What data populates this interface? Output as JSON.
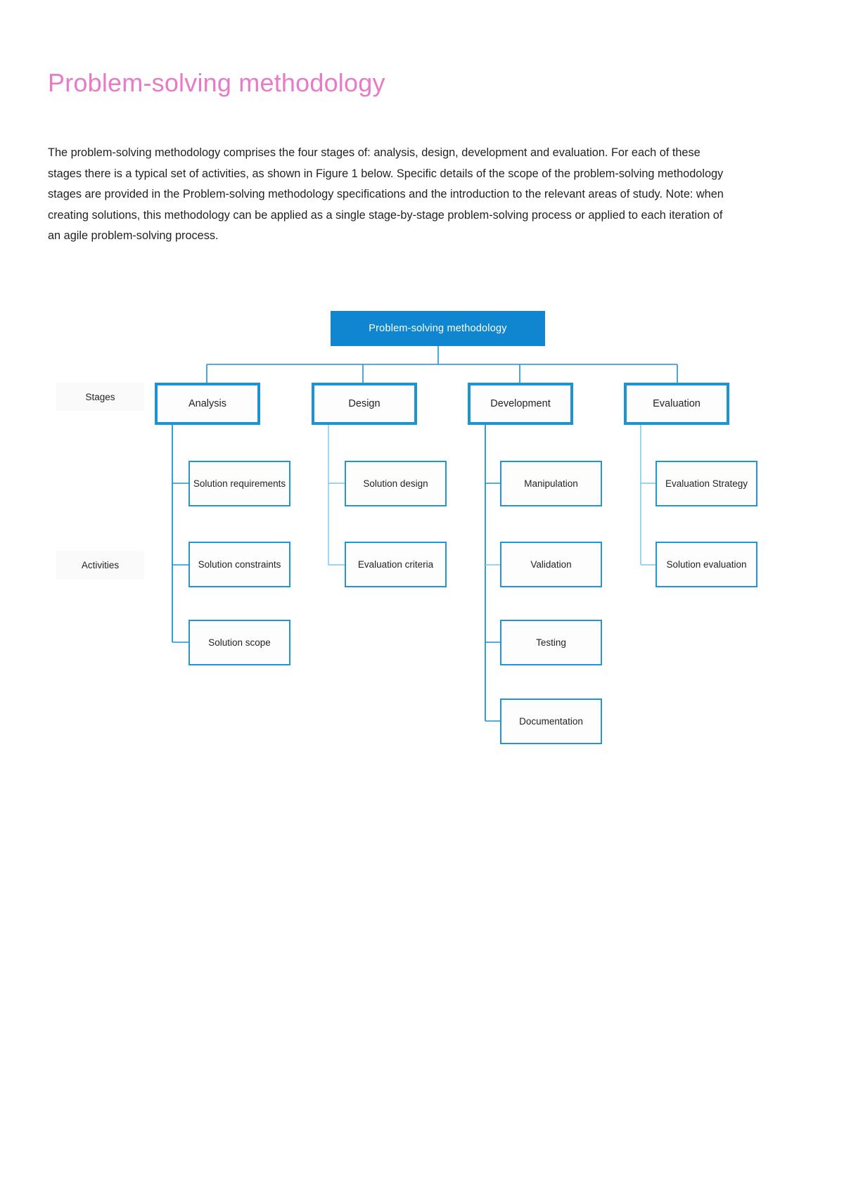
{
  "document": {
    "title": "Problem-solving methodology",
    "title_color": "#e87bc8",
    "paragraph": "The problem-solving methodology comprises the four stages of: analysis, design, development and evaluation. For each of these stages there is a typical set of activities, as shown in Figure 1 below. Specific details of the scope of the problem-solving methodology stages are provided in the Problem-solving methodology specifications and the introduction to the relevant areas of study. Note: when creating solutions, this methodology can be applied as a single stage-by-stage problem-solving process or applied to each iteration of an agile problem-solving process."
  },
  "diagram": {
    "type": "hierarchy",
    "accent_color": "#1b94d2",
    "root_fill": "#1186d0",
    "root_text_color": "#ffffff",
    "box_fill": "#fdfdfd",
    "root": {
      "label": "Problem-solving methodology"
    },
    "row_labels": [
      {
        "label": "Stages"
      },
      {
        "label": "Activities"
      }
    ],
    "branches": [
      {
        "stage": "Analysis",
        "activities": [
          "Solution requirements",
          "Solution constraints",
          "Solution scope"
        ]
      },
      {
        "stage": "Design",
        "activities": [
          "Solution design",
          "Evaluation criteria"
        ]
      },
      {
        "stage": "Development",
        "activities": [
          "Manipulation",
          "Validation",
          "Testing",
          "Documentation"
        ]
      },
      {
        "stage": "Evaluation",
        "activities": [
          "Evaluation Strategy",
          "Solution evaluation"
        ]
      }
    ]
  }
}
